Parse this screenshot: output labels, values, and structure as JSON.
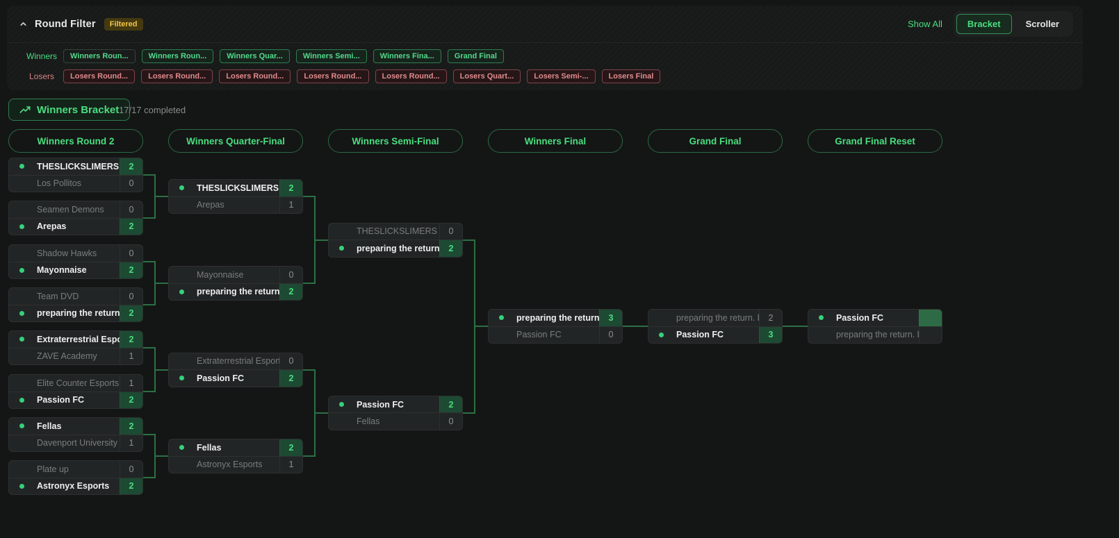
{
  "filter_panel": {
    "title": "Round Filter",
    "badge": "Filtered",
    "show_all_label": "Show All",
    "collapse_icon": "chevron-up",
    "view_modes": [
      {
        "label": "Bracket",
        "active": true
      },
      {
        "label": "Scroller",
        "active": false
      }
    ],
    "rows": [
      {
        "label": "Winners",
        "type": "winners",
        "chips": [
          {
            "label": "Winners Roun...",
            "style": "dotted"
          },
          {
            "label": "Winners Roun...",
            "style": "solid"
          },
          {
            "label": "Winners Quar...",
            "style": "solid"
          },
          {
            "label": "Winners Semi...",
            "style": "solid"
          },
          {
            "label": "Winners Fina...",
            "style": "solid"
          },
          {
            "label": "Grand Final",
            "style": "solid"
          }
        ]
      },
      {
        "label": "Losers",
        "type": "losers",
        "chips": [
          {
            "label": "Losers Round...",
            "style": "solid"
          },
          {
            "label": "Losers Round...",
            "style": "solid"
          },
          {
            "label": "Losers Round...",
            "style": "solid"
          },
          {
            "label": "Losers Round...",
            "style": "solid"
          },
          {
            "label": "Losers Round...",
            "style": "solid"
          },
          {
            "label": "Losers Quart...",
            "style": "solid"
          },
          {
            "label": "Losers Semi-...",
            "style": "solid"
          },
          {
            "label": "Losers Final",
            "style": "solid"
          }
        ]
      }
    ]
  },
  "bracket": {
    "section_title": "Winners Bracket",
    "section_icon": "trending-up",
    "progress": "17/17 completed",
    "winner_marker_icon": "green-dot",
    "colors": {
      "accent_green": "#4ade80",
      "connector_green": "#2c7046",
      "winner_score_bg": "#1d4a33",
      "badge_yellow": "#f2c744",
      "loser_red": "#d98085"
    },
    "rounds": [
      {
        "header": "Winners Round 2",
        "matches": [
          {
            "top": {
              "name": "THESLICKSLIMERS",
              "score": "2",
              "winner": true
            },
            "bottom": {
              "name": "Los Pollitos",
              "score": "0",
              "winner": false
            }
          },
          {
            "top": {
              "name": "Seamen Demons",
              "score": "0",
              "winner": false
            },
            "bottom": {
              "name": "Arepas",
              "score": "2",
              "winner": true
            }
          },
          {
            "top": {
              "name": "Shadow Hawks",
              "score": "0",
              "winner": false
            },
            "bottom": {
              "name": "Mayonnaise",
              "score": "2",
              "winner": true
            }
          },
          {
            "top": {
              "name": "Team DVD",
              "score": "0",
              "winner": false
            },
            "bottom": {
              "name": "preparing the return. be...",
              "score": "2",
              "winner": true
            }
          },
          {
            "top": {
              "name": "Extraterrestrial Esports",
              "score": "2",
              "winner": true
            },
            "bottom": {
              "name": "ZAVE Academy",
              "score": "1",
              "winner": false
            }
          },
          {
            "top": {
              "name": "Elite Counter Esports",
              "score": "1",
              "winner": false
            },
            "bottom": {
              "name": "Passion FC",
              "score": "2",
              "winner": true
            }
          },
          {
            "top": {
              "name": "Fellas",
              "score": "2",
              "winner": true
            },
            "bottom": {
              "name": "Davenport University Red",
              "score": "1",
              "winner": false
            }
          },
          {
            "top": {
              "name": "Plate up",
              "score": "0",
              "winner": false
            },
            "bottom": {
              "name": "Astronyx Esports",
              "score": "2",
              "winner": true
            }
          }
        ]
      },
      {
        "header": "Winners Quarter-Final",
        "matches": [
          {
            "top": {
              "name": "THESLICKSLIMERS",
              "score": "2",
              "winner": true
            },
            "bottom": {
              "name": "Arepas",
              "score": "1",
              "winner": false
            }
          },
          {
            "top": {
              "name": "Mayonnaise",
              "score": "0",
              "winner": false
            },
            "bottom": {
              "name": "preparing the return. be...",
              "score": "2",
              "winner": true
            }
          },
          {
            "top": {
              "name": "Extraterrestrial Esports",
              "score": "0",
              "winner": false
            },
            "bottom": {
              "name": "Passion FC",
              "score": "2",
              "winner": true
            }
          },
          {
            "top": {
              "name": "Fellas",
              "score": "2",
              "winner": true
            },
            "bottom": {
              "name": "Astronyx Esports",
              "score": "1",
              "winner": false
            }
          }
        ]
      },
      {
        "header": "Winners Semi-Final",
        "matches": [
          {
            "top": {
              "name": "THESLICKSLIMERS",
              "score": "0",
              "winner": false
            },
            "bottom": {
              "name": "preparing the return. be...",
              "score": "2",
              "winner": true
            }
          },
          {
            "top": {
              "name": "Passion FC",
              "score": "2",
              "winner": true
            },
            "bottom": {
              "name": "Fellas",
              "score": "0",
              "winner": false
            }
          }
        ]
      },
      {
        "header": "Winners Final",
        "matches": [
          {
            "top": {
              "name": "preparing the return. be...",
              "score": "3",
              "winner": true
            },
            "bottom": {
              "name": "Passion FC",
              "score": "0",
              "winner": false
            }
          }
        ]
      },
      {
        "header": "Grand Final",
        "matches": [
          {
            "top": {
              "name": "preparing the return. be ...",
              "score": "2",
              "winner": false
            },
            "bottom": {
              "name": "Passion FC",
              "score": "3",
              "winner": true
            }
          }
        ]
      },
      {
        "header": "Grand Final Reset",
        "matches": [
          {
            "top": {
              "name": "Passion FC",
              "score": "",
              "winner": true
            },
            "bottom": {
              "name": "preparing the return. be ...",
              "score": "",
              "winner": false
            }
          }
        ]
      }
    ]
  }
}
